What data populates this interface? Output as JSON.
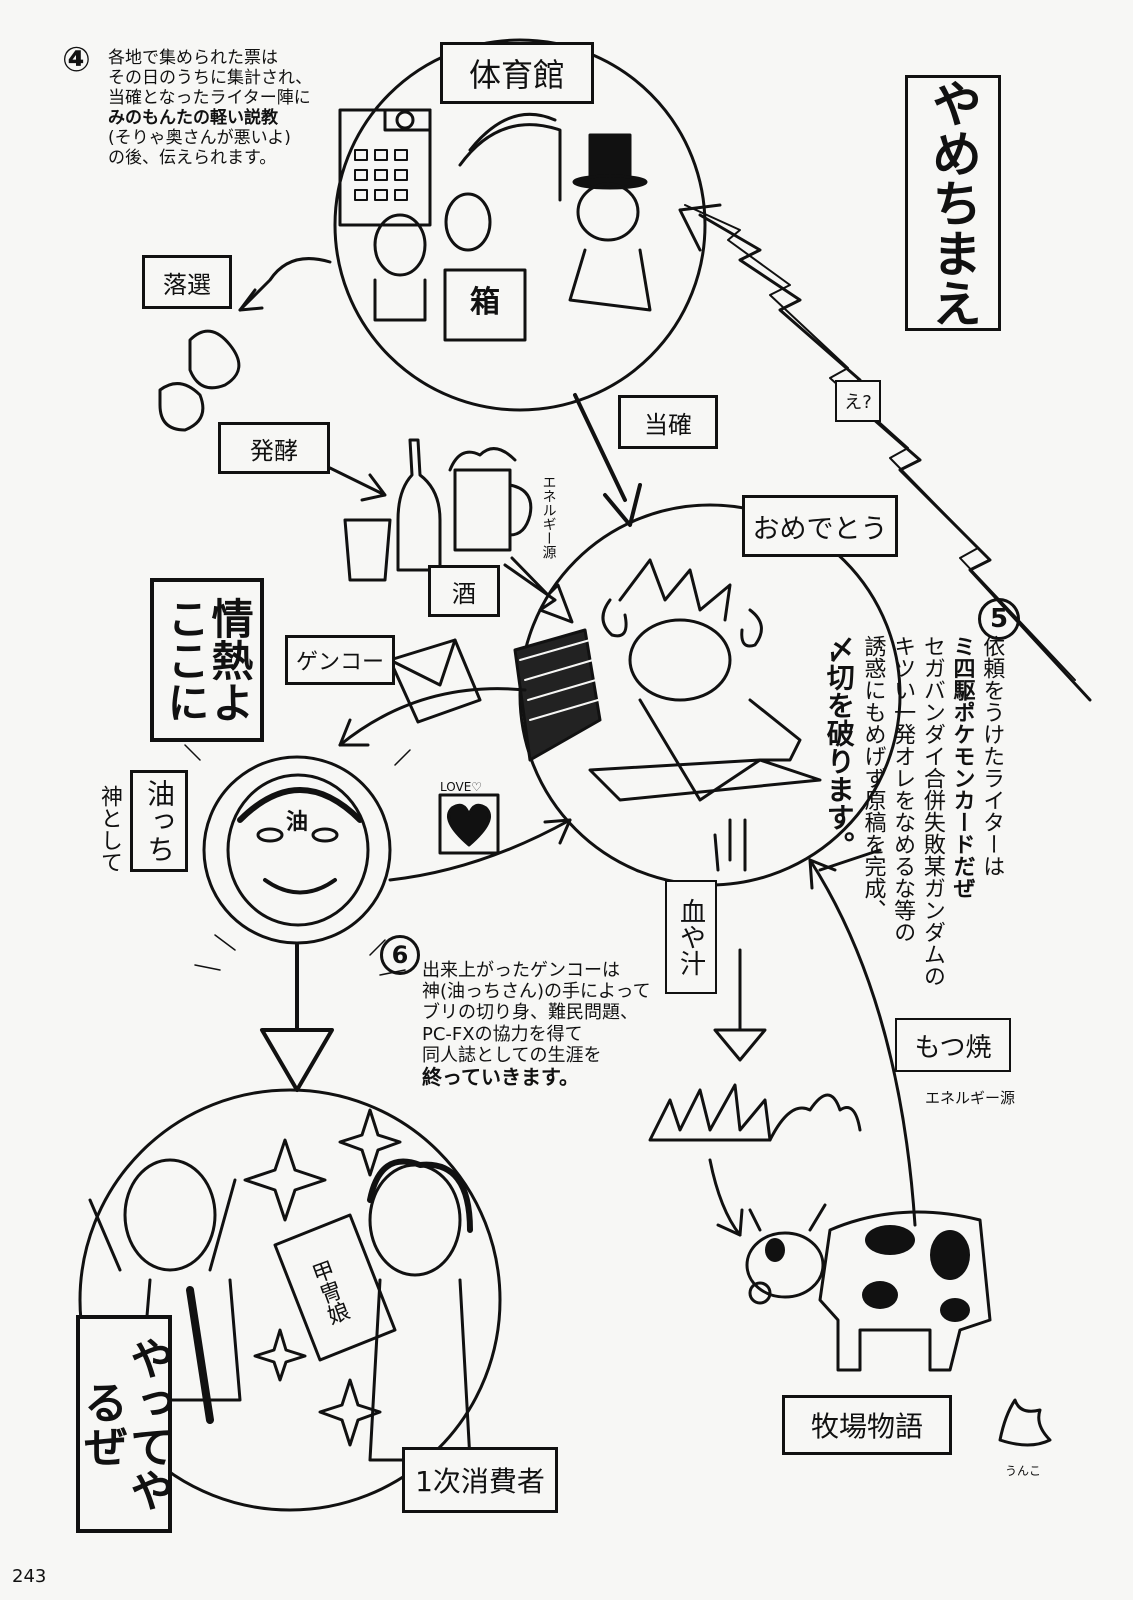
{
  "page_number": "243",
  "step4": {
    "num": "④",
    "lines": [
      "各地で集められた票は",
      "その日のうちに集計され、",
      "当確となったライター陣に",
      "みのもんたの軽い説教",
      "(そりゃ奥さんが悪いよ)",
      "の後、伝えられます。"
    ]
  },
  "labels": {
    "gym": "体育館",
    "box": "箱",
    "rakusen": "落選",
    "hakko": "発酵",
    "sake": "酒",
    "energy1": "エネルギー源",
    "toukaku": "当確",
    "omedetou": "おめでとう",
    "yamechimae": "やめちまえ",
    "e": "え?",
    "jounetsu": "情熱よここに",
    "genko": "ゲンコー",
    "abucchi": "油っち",
    "kami": "神として",
    "oil_face": "油",
    "love": "LOVE♡",
    "chi_jiru": "血や汁",
    "motsuyaki": "もつ焼",
    "energy2": "エネルギー源",
    "bokujo": "牧場物語",
    "unko": "うんこ",
    "yatte": "やってやるぜ",
    "shohisha": "1次消費者",
    "kacchu": "甲冑娘"
  },
  "step5": {
    "num": "5",
    "lines": [
      "依頼をうけたライターは",
      "ミ四駆ポケモンカードだぜ",
      "セガバンダイ合併失敗某ガンダムの",
      "キツい一発オレをなめるな等の",
      "誘惑にもめげず原稿を完成、",
      "〆切を破ります。"
    ]
  },
  "step6": {
    "num": "6",
    "lines": [
      "出来上がったゲンコーは",
      "神(油っちさん)の手によって",
      "ブリの切り身、難民問題、",
      "PC-FXの協力を得て",
      "同人誌としての生涯を",
      "終っていきます。"
    ]
  }
}
